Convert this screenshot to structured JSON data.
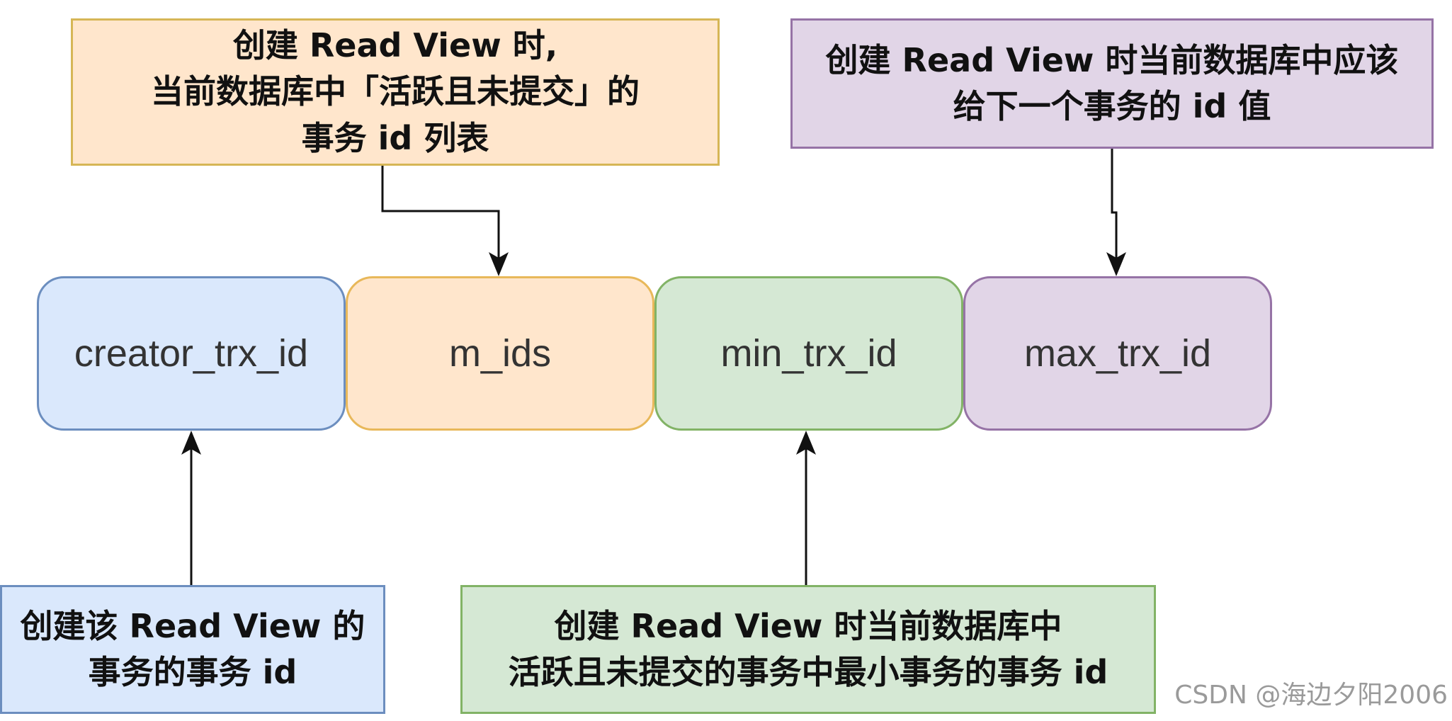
{
  "colors": {
    "blue_fill": "#dae8fc",
    "blue_stroke": "#6c8ebf",
    "orange_fill": "#ffe6cc",
    "orange_stroke": "#d6b656",
    "orange_field_stroke": "#e8b85a",
    "green_fill": "#d5e8d4",
    "green_stroke": "#82b366",
    "purple_fill": "#e1d5e7",
    "purple_stroke": "#9673a6",
    "arrow": "#111111"
  },
  "fields": {
    "creator_trx_id": "creator_trx_id",
    "m_ids": "m_ids",
    "min_trx_id": "min_trx_id",
    "max_trx_id": "max_trx_id"
  },
  "notes": {
    "m_ids": {
      "line1": "创建 Read View 时,",
      "line2": "当前数据库中「活跃且未提交」的",
      "line3": "事务 id 列表"
    },
    "max_trx_id": {
      "line1": "创建 Read View 时当前数据库中应该",
      "line2": "给下一个事务的 id 值"
    },
    "creator_trx_id": {
      "line1": "创建该 Read View 的",
      "line2": "事务的事务 id"
    },
    "min_trx_id": {
      "line1": "创建 Read View 时当前数据库中",
      "line2": "活跃且未提交的事务中最小事务的事务 id"
    }
  },
  "watermark": "CSDN @海边夕阳2006"
}
